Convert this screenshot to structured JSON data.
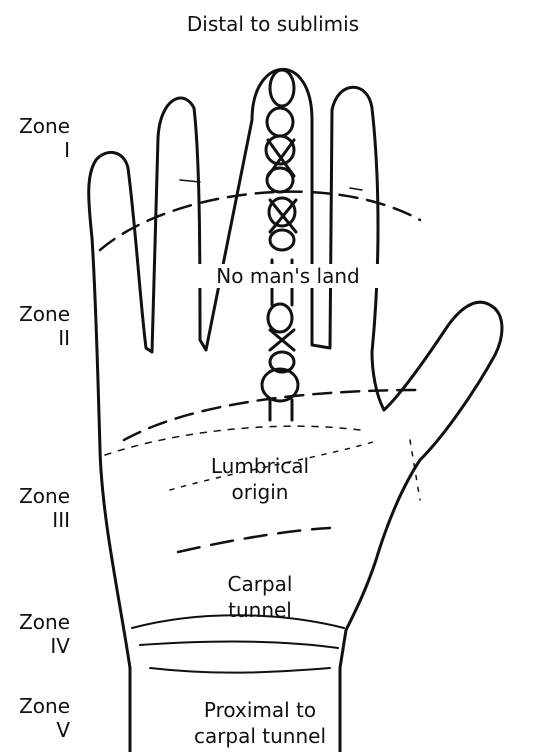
{
  "title": "Distal to sublimis",
  "zones": [
    {
      "name": "Zone",
      "numeral": "I"
    },
    {
      "name": "Zone",
      "numeral": "II"
    },
    {
      "name": "Zone",
      "numeral": "III"
    },
    {
      "name": "Zone",
      "numeral": "IV"
    },
    {
      "name": "Zone",
      "numeral": "V"
    }
  ],
  "regions": {
    "no_mans_land": "No man's land",
    "lumbrical_1": "Lumbrical",
    "lumbrical_2": "origin",
    "carpal_1": "Carpal",
    "carpal_2": "tunnel",
    "proximal_1": "Proximal to",
    "proximal_2": "carpal tunnel"
  },
  "colors": {
    "ink": "#111111",
    "background": "#ffffff"
  }
}
